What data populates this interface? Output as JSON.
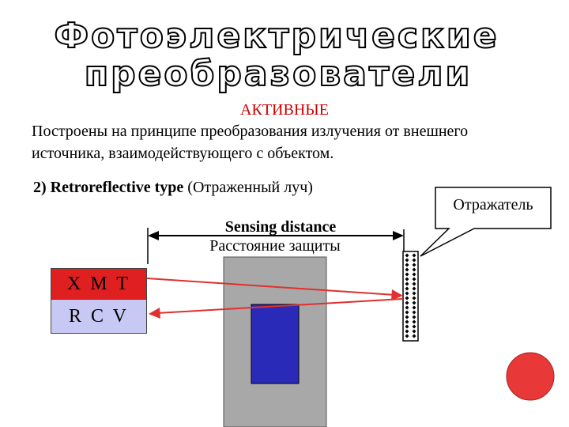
{
  "title": {
    "line1": "Фотоэлектрические",
    "line2": "преобразователи"
  },
  "subtitle": "АКТИВНЫЕ",
  "intro": "Построены на принципе преобразования излучения от внешнего источника, взаимодействующего с объектом.",
  "type_line": {
    "number": "2)",
    "english": "Retroreflective type",
    "russian": "(Отраженный луч)"
  },
  "sensing_distance": {
    "english": "Sensing distance",
    "russian": "Расстояние защиты"
  },
  "callout": "Отражатель",
  "transmitter_label": "X M T",
  "receiver_label": "R C V",
  "colors": {
    "title_fill": "#ffffff",
    "title_stroke": "#000000",
    "subtitle": "#cc0000",
    "transmitter": "#e02020",
    "receiver": "#c8c8f4",
    "object_body": "#a8a8a8",
    "object_core": "#2a2ab8",
    "beam": "#e03030",
    "indicator": "#e83838"
  }
}
